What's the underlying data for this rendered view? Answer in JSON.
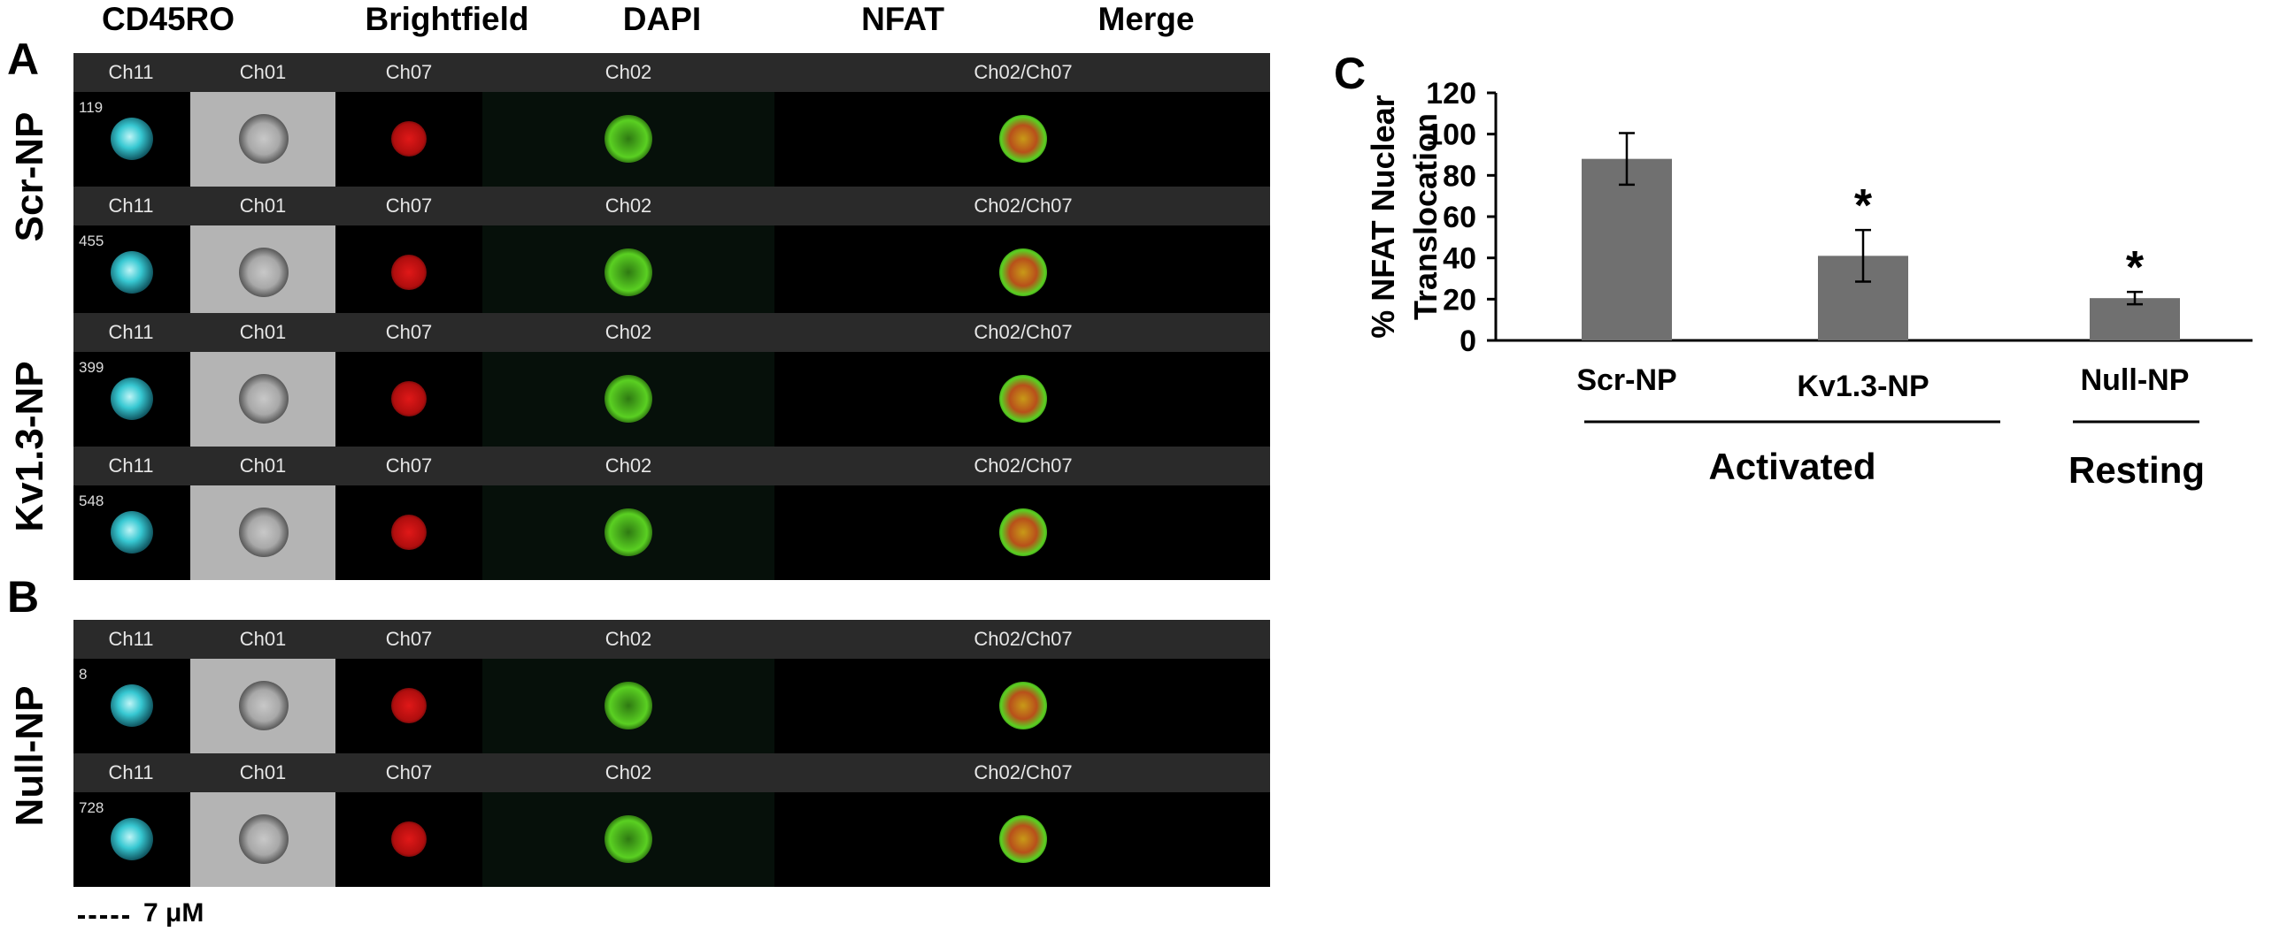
{
  "figure": {
    "panel_letters": {
      "a": "A",
      "b": "B",
      "c": "C"
    },
    "column_headers": [
      "CD45RO",
      "Brightfield",
      "DAPI",
      "NFAT",
      "Merge"
    ],
    "channel_labels": [
      "Ch11",
      "Ch01",
      "Ch07",
      "Ch02",
      "Ch02/Ch07"
    ],
    "groups": [
      {
        "label": "Scr-NP",
        "events": [
          "119",
          "455"
        ]
      },
      {
        "label": "Kv1.3-NP",
        "events": [
          "399",
          "548"
        ]
      },
      {
        "label": "Null-NP",
        "events": [
          "8",
          "728"
        ]
      }
    ],
    "scale_bar": "7 μM",
    "colors": {
      "cd45ro": "#37c8d2",
      "dapi": "#e01818",
      "nfat": "#5ad022",
      "merge_core": "#c89a18",
      "brightfield": "#b4b4b4",
      "bar": "#707070"
    }
  },
  "chart_data": {
    "type": "bar",
    "categories": [
      "Scr-NP",
      "Kv1.3-NP",
      "Null-NP"
    ],
    "values": [
      88,
      41,
      20.5
    ],
    "error": [
      12.5,
      12.5,
      3
    ],
    "significance": [
      "",
      "*",
      "*"
    ],
    "ylabel_lines": [
      "% NFAT Nuclear",
      "Translocation"
    ],
    "ylim": [
      0,
      120
    ],
    "yticks": [
      0,
      20,
      40,
      60,
      80,
      100,
      120
    ],
    "groups": [
      {
        "label": "Activated",
        "categories": [
          "Scr-NP",
          "Kv1.3-NP"
        ]
      },
      {
        "label": "Resting",
        "categories": [
          "Null-NP"
        ]
      }
    ],
    "grid": false,
    "bar_color": "#707070"
  }
}
